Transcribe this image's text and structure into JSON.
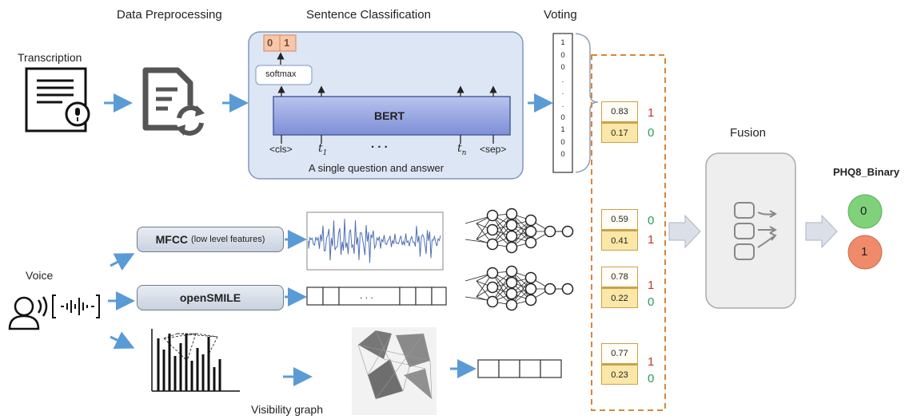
{
  "stages": {
    "preprocessing": "Data Preprocessing",
    "sentence_classification": "Sentence Classification",
    "voting": "Voting",
    "fusion": "Fusion"
  },
  "inputs": {
    "transcription": "Transcription",
    "voice": "Voice"
  },
  "bert": {
    "label": "BERT",
    "softmax": "softmax",
    "outputs": [
      "0",
      "1"
    ],
    "tokens": {
      "cls": "<cls>",
      "t1": "t",
      "t1_sub": "1",
      "dots": ". . .",
      "tn": "t",
      "tn_sub": "n",
      "sep": "<sep>"
    },
    "caption": "A single question and answer"
  },
  "voting_vector": [
    "1",
    "0",
    "0",
    ".",
    ".",
    ".",
    "0",
    "1",
    "0",
    "0"
  ],
  "features": {
    "mfcc": "MFCC",
    "mfcc_sub": "(low level features)",
    "opensmile": "openSMILE",
    "opensmile_dots": ". . .",
    "visibility_graph": "Visibility graph"
  },
  "scores": [
    {
      "top": "0.83",
      "bottom": "0.17",
      "top_label": "1",
      "bottom_label": "0"
    },
    {
      "top": "0.59",
      "bottom": "0.41",
      "top_label": "0",
      "bottom_label": "1"
    },
    {
      "top": "0.78",
      "bottom": "0.22",
      "top_label": "1",
      "bottom_label": "0"
    },
    {
      "top": "0.77",
      "bottom": "0.23",
      "top_label": "1",
      "bottom_label": "0"
    }
  ],
  "output": {
    "title": "PHQ8_Binary",
    "classes": [
      "0",
      "1"
    ]
  },
  "colors": {
    "arrow": "#5b9bd5",
    "bert_fill": "#9aa8e0",
    "dashed_box": "#d8863a",
    "class0": "#7fd17a",
    "class1": "#ef8a6a"
  }
}
